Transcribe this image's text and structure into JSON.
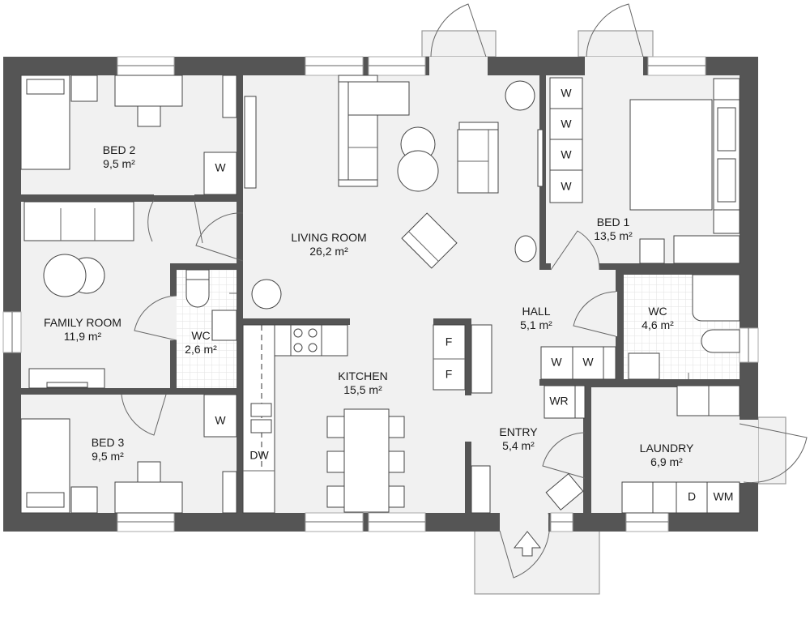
{
  "plan": {
    "type": "floor plan",
    "colors": {
      "wall": "#555555",
      "floor": "#f1f1f1",
      "furniture": "#ffffff",
      "outline": "#444444"
    }
  },
  "rooms": [
    {
      "id": "bed2",
      "name": "BED 2",
      "area": "9,5 m²"
    },
    {
      "id": "living",
      "name": "LIVING ROOM",
      "area": "26,2 m²"
    },
    {
      "id": "bed1",
      "name": "BED 1",
      "area": "13,5 m²"
    },
    {
      "id": "family",
      "name": "FAMILY ROOM",
      "area": "11,9 m²"
    },
    {
      "id": "wc_small",
      "name": "WC",
      "area": "2,6 m²"
    },
    {
      "id": "kitchen",
      "name": "KITCHEN",
      "area": "15,5 m²"
    },
    {
      "id": "hall",
      "name": "HALL",
      "area": "5,1 m²"
    },
    {
      "id": "wc_large",
      "name": "WC",
      "area": "4,6 m²"
    },
    {
      "id": "bed3",
      "name": "BED 3",
      "area": "9,5 m²"
    },
    {
      "id": "entry",
      "name": "ENTRY",
      "area": "5,4 m²"
    },
    {
      "id": "laundry",
      "name": "LAUNDRY",
      "area": "6,9 m²"
    }
  ],
  "fixtures": {
    "wardrobe": "W",
    "fridge": "F",
    "dishwasher": "DW",
    "wardrobe_robe": "WR",
    "dryer": "D",
    "washing_machine": "WM"
  }
}
